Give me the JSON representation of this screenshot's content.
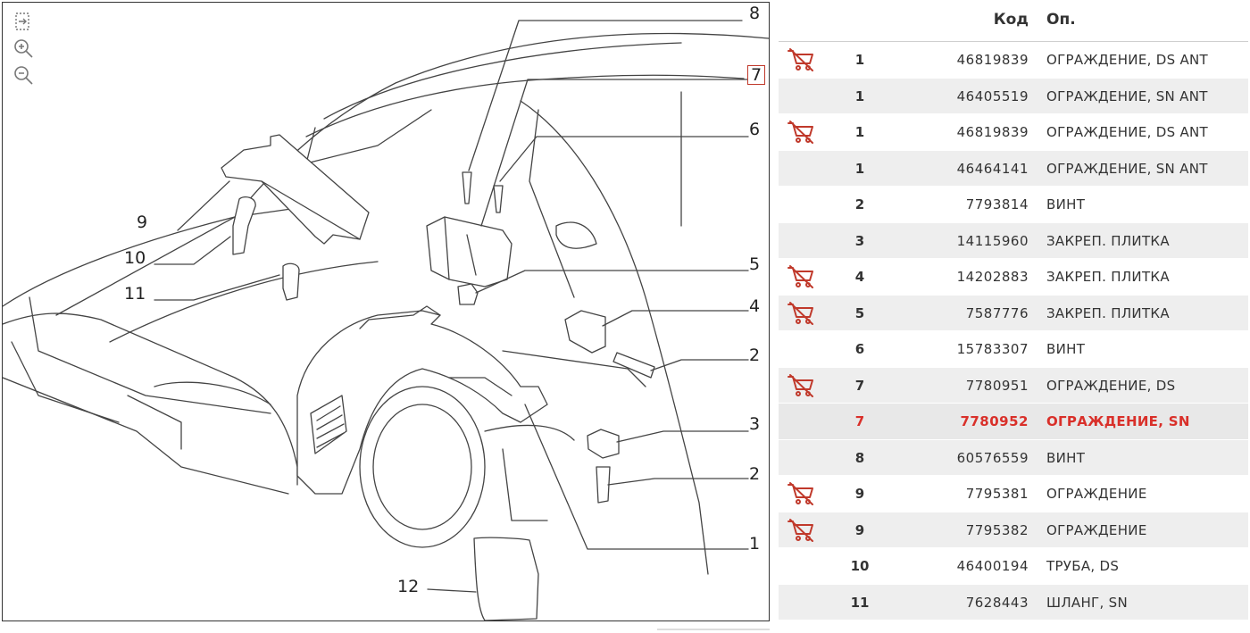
{
  "diagram": {
    "tools": [
      {
        "name": "fit-to-screen-icon"
      },
      {
        "name": "zoom-in-icon"
      },
      {
        "name": "zoom-out-icon"
      }
    ],
    "callouts": [
      {
        "label": "8"
      },
      {
        "label": "7",
        "selected": true
      },
      {
        "label": "6"
      },
      {
        "label": "9"
      },
      {
        "label": "10"
      },
      {
        "label": "11"
      },
      {
        "label": "5"
      },
      {
        "label": "4"
      },
      {
        "label": "2"
      },
      {
        "label": "3"
      },
      {
        "label": "2"
      },
      {
        "label": "1"
      },
      {
        "label": "12"
      }
    ]
  },
  "table": {
    "header": {
      "code": "Код",
      "desc": "Оп."
    },
    "rows": [
      {
        "cart": true,
        "qty": "1",
        "code": "46819839",
        "desc": "ОГРАЖДЕНИЕ, DS ANT"
      },
      {
        "cart": false,
        "qty": "1",
        "code": "46405519",
        "desc": "ОГРАЖДЕНИЕ, SN ANT"
      },
      {
        "cart": true,
        "qty": "1",
        "code": "46819839",
        "desc": "ОГРАЖДЕНИЕ, DS ANT"
      },
      {
        "cart": false,
        "qty": "1",
        "code": "46464141",
        "desc": "ОГРАЖДЕНИЕ, SN ANT"
      },
      {
        "cart": false,
        "qty": "2",
        "code": "7793814",
        "desc": "ВИНТ"
      },
      {
        "cart": false,
        "qty": "3",
        "code": "14115960",
        "desc": "ЗАКРЕП. ПЛИТКА"
      },
      {
        "cart": true,
        "qty": "4",
        "code": "14202883",
        "desc": "ЗАКРЕП. ПЛИТКА"
      },
      {
        "cart": true,
        "qty": "5",
        "code": "7587776",
        "desc": "ЗАКРЕП. ПЛИТКА"
      },
      {
        "cart": false,
        "qty": "6",
        "code": "15783307",
        "desc": "ВИНТ"
      },
      {
        "cart": true,
        "qty": "7",
        "code": "7780951",
        "desc": "ОГРАЖДЕНИЕ, DS"
      },
      {
        "cart": false,
        "qty": "7",
        "code": "7780952",
        "desc": "ОГРАЖДЕНИЕ, SN",
        "selected": true
      },
      {
        "cart": false,
        "qty": "8",
        "code": "60576559",
        "desc": "ВИНТ"
      },
      {
        "cart": true,
        "qty": "9",
        "code": "7795381",
        "desc": "ОГРАЖДЕНИЕ"
      },
      {
        "cart": true,
        "qty": "9",
        "code": "7795382",
        "desc": "ОГРАЖДЕНИЕ"
      },
      {
        "cart": false,
        "qty": "10",
        "code": "46400194",
        "desc": "ТРУБА, DS"
      },
      {
        "cart": false,
        "qty": "11",
        "code": "7628443",
        "desc": "ШЛАНГ, SN"
      }
    ]
  },
  "colors": {
    "selected_text": "#d9302a",
    "row_alt_bg": "#eeeeee",
    "cart_icon": "#c0392b",
    "line_art": "#333333"
  }
}
